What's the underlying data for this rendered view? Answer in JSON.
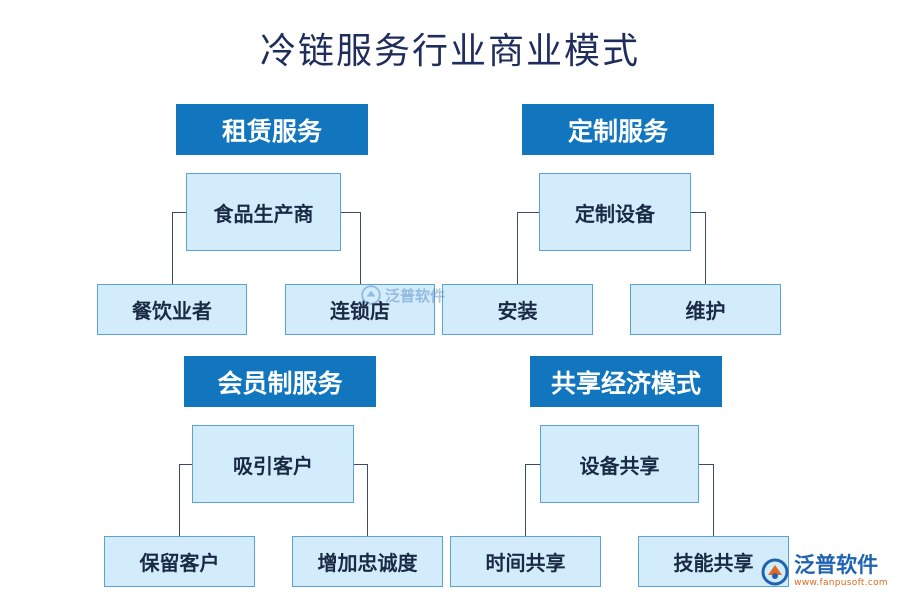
{
  "title": "冷链服务行业商业模式",
  "groups": [
    {
      "header": "租赁服务",
      "center": "食品生产商",
      "left": "餐饮业者",
      "right": "连锁店"
    },
    {
      "header": "定制服务",
      "center": "定制设备",
      "left": "安装",
      "right": "维护"
    },
    {
      "header": "会员制服务",
      "center": "吸引客户",
      "left": "保留客户",
      "right": "增加忠诚度"
    },
    {
      "header": "共享经济模式",
      "center": "设备共享",
      "left": "时间共享",
      "right": "技能共享"
    }
  ],
  "logo": {
    "name": "泛普软件",
    "url": "www.fanpusoft.com",
    "icon": "fanpu-logo-icon"
  },
  "watermark": {
    "name": "泛普软件"
  },
  "colors": {
    "header": "#1276bf",
    "node": "#d2ecfb",
    "node_border": "#5aa3d6",
    "title": "#1f2d5c"
  }
}
